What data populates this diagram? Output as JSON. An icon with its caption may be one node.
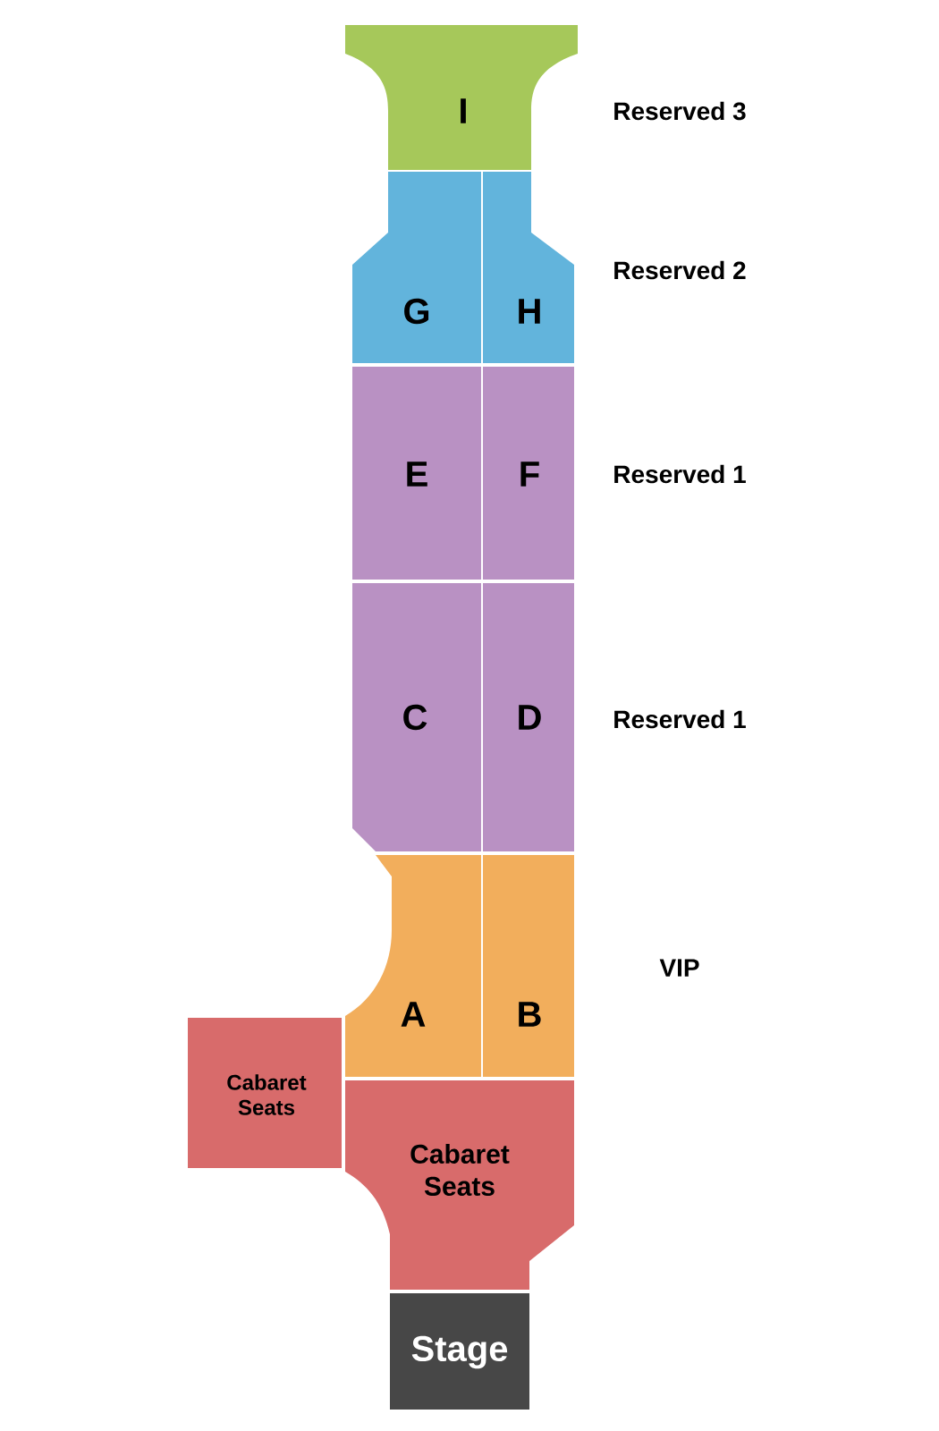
{
  "diagram": {
    "nodes": [
      {
        "text": [
          "I"
        ]
      },
      {
        "text": [
          "G"
        ]
      },
      {
        "text": [
          "H"
        ]
      },
      {
        "text": [
          "E"
        ]
      },
      {
        "text": [
          "F"
        ]
      },
      {
        "text": [
          "C"
        ]
      },
      {
        "text": [
          "D"
        ]
      },
      {
        "text": [
          "A"
        ]
      },
      {
        "text": [
          "B"
        ]
      },
      {
        "text": [
          "Cabaret Seats"
        ]
      },
      {
        "text": [
          "Cabaret Seats"
        ]
      },
      {
        "text": [
          "Stage"
        ]
      }
    ],
    "labels": [
      "Reserved 3",
      "Reserved 2",
      "Reserved 1",
      "Reserved 1",
      "VIP"
    ]
  }
}
